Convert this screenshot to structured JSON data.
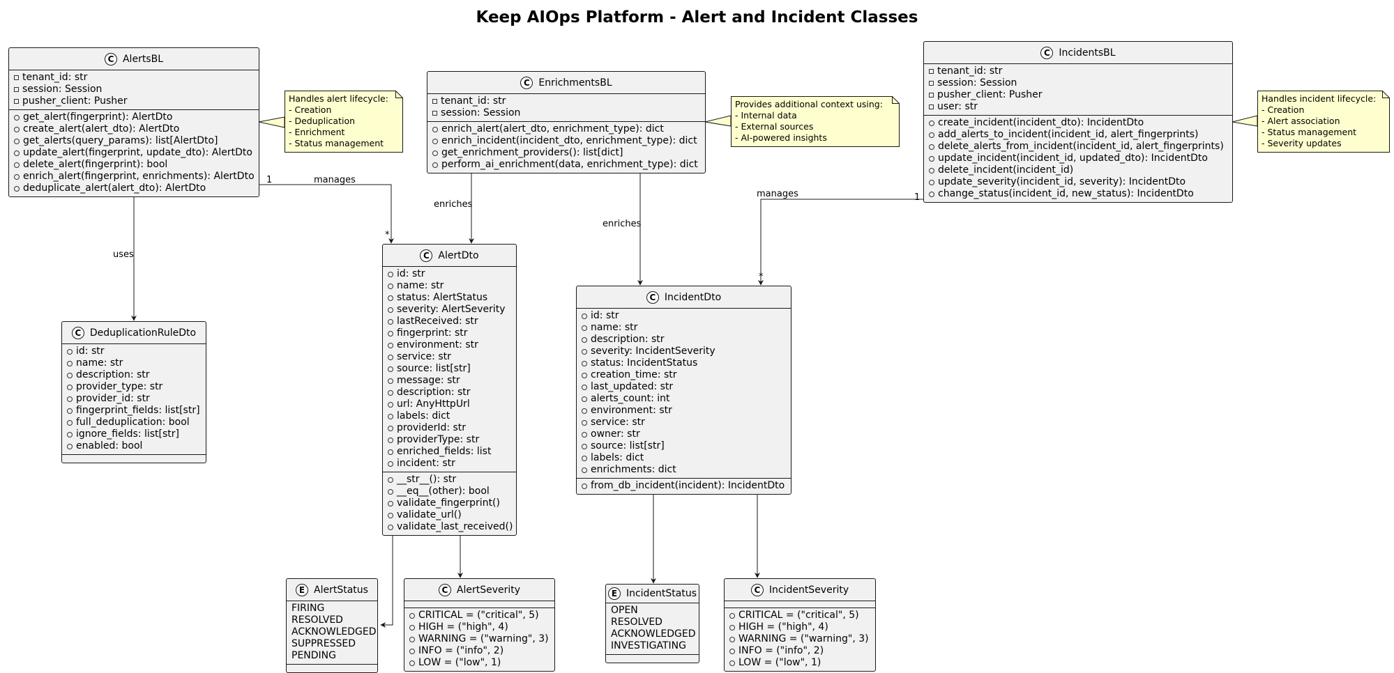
{
  "title": "Keep AIOps Platform - Alert and Incident Classes",
  "classes": {
    "alerts_bl": {
      "name": "AlertsBL",
      "fields": [
        "tenant_id: str",
        "session: Session",
        "pusher_client: Pusher"
      ],
      "methods": [
        "get_alert(fingerprint): AlertDto",
        "create_alert(alert_dto): AlertDto",
        "get_alerts(query_params): list[AlertDto]",
        "update_alert(fingerprint, update_dto): AlertDto",
        "delete_alert(fingerprint): bool",
        "enrich_alert(fingerprint, enrichments): AlertDto",
        "deduplicate_alert(alert_dto): AlertDto"
      ]
    },
    "enrichments_bl": {
      "name": "EnrichmentsBL",
      "fields": [
        "tenant_id: str",
        "session: Session"
      ],
      "methods": [
        "enrich_alert(alert_dto, enrichment_type): dict",
        "enrich_incident(incident_dto, enrichment_type): dict",
        "get_enrichment_providers(): list[dict]",
        "perform_ai_enrichment(data, enrichment_type): dict"
      ]
    },
    "incidents_bl": {
      "name": "IncidentsBL",
      "fields": [
        "tenant_id: str",
        "session: Session",
        "pusher_client: Pusher",
        "user: str"
      ],
      "methods": [
        "create_incident(incident_dto): IncidentDto",
        "add_alerts_to_incident(incident_id, alert_fingerprints)",
        "delete_alerts_from_incident(incident_id, alert_fingerprints)",
        "update_incident(incident_id, updated_dto): IncidentDto",
        "delete_incident(incident_id)",
        "update_severity(incident_id, severity): IncidentDto",
        "change_status(incident_id, new_status): IncidentDto"
      ]
    },
    "dedup_rule_dto": {
      "name": "DeduplicationRuleDto",
      "fields": [
        "id: str",
        "name: str",
        "description: str",
        "provider_type: str",
        "provider_id: str",
        "fingerprint_fields: list[str]",
        "full_deduplication: bool",
        "ignore_fields: list[str]",
        "enabled: bool"
      ],
      "methods": []
    },
    "alert_dto": {
      "name": "AlertDto",
      "fields": [
        "id: str",
        "name: str",
        "status: AlertStatus",
        "severity: AlertSeverity",
        "lastReceived: str",
        "fingerprint: str",
        "environment: str",
        "service: str",
        "source: list[str]",
        "message: str",
        "description: str",
        "url: AnyHttpUrl",
        "labels: dict",
        "providerId: str",
        "providerType: str",
        "enriched_fields: list",
        "incident: str"
      ],
      "methods": [
        "__str__(): str",
        "__eq__(other): bool",
        "validate_fingerprint()",
        "validate_url()",
        "validate_last_received()"
      ]
    },
    "incident_dto": {
      "name": "IncidentDto",
      "fields": [
        "id: str",
        "name: str",
        "description: str",
        "severity: IncidentSeverity",
        "status: IncidentStatus",
        "creation_time: str",
        "last_updated: str",
        "alerts_count: int",
        "environment: str",
        "service: str",
        "owner: str",
        "source: list[str]",
        "labels: dict",
        "enrichments: dict"
      ],
      "methods": [
        "from_db_incident(incident): IncidentDto"
      ]
    },
    "alert_status": {
      "name": "AlertStatus",
      "values": [
        "FIRING",
        "RESOLVED",
        "ACKNOWLEDGED",
        "SUPPRESSED",
        "PENDING"
      ]
    },
    "alert_severity": {
      "name": "AlertSeverity",
      "fields": [
        "CRITICAL = (\"critical\", 5)",
        "HIGH = (\"high\", 4)",
        "WARNING = (\"warning\", 3)",
        "INFO = (\"info\", 2)",
        "LOW = (\"low\", 1)"
      ]
    },
    "incident_status": {
      "name": "IncidentStatus",
      "values": [
        "OPEN",
        "RESOLVED",
        "ACKNOWLEDGED",
        "INVESTIGATING"
      ]
    },
    "incident_severity": {
      "name": "IncidentSeverity",
      "fields": [
        "CRITICAL = (\"critical\", 5)",
        "HIGH = (\"high\", 4)",
        "WARNING = (\"warning\", 3)",
        "INFO = (\"info\", 2)",
        "LOW = (\"low\", 1)"
      ]
    }
  },
  "stereotypes": {
    "class": "C",
    "enum": "E"
  },
  "notes": {
    "alerts": [
      "Handles alert lifecycle:",
      "- Creation",
      "- Deduplication",
      "- Enrichment",
      "- Status management"
    ],
    "enrichments": [
      "Provides additional context using:",
      "- Internal data",
      "- External sources",
      "- AI-powered insights"
    ],
    "incidents": [
      "Handles incident lifecycle:",
      "- Creation",
      "- Alert association",
      "- Status management",
      "- Severity updates"
    ]
  },
  "edge_labels": {
    "alerts_manages": "manages",
    "alerts_mult_from": "1",
    "alerts_mult_to": "*",
    "uses": "uses",
    "enriches_alert": "enriches",
    "enriches_incident": "enriches",
    "incidents_manages": "manages",
    "incidents_mult_from": "1",
    "incidents_mult_to": "*"
  },
  "colors": {
    "class_fill": "#f1f1f1",
    "note_fill": "#fefece",
    "line": "#181818"
  }
}
